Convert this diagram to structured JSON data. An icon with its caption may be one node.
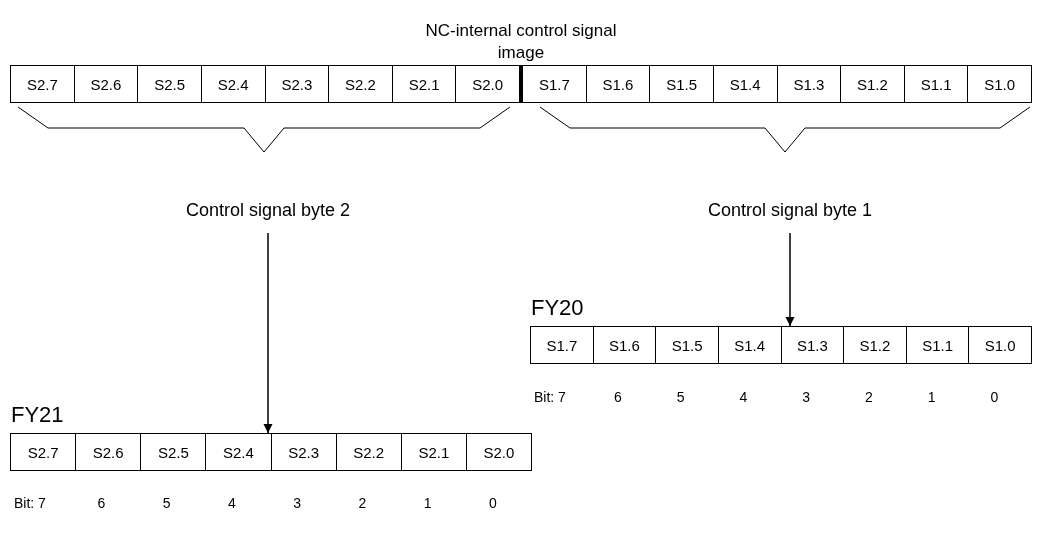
{
  "diagram": {
    "nodes": [
      {
        "text": [
          "NC-internal control signal image"
        ]
      },
      {
        "text": [
          "S2.7"
        ],
        "in": 0
      },
      {
        "text": [
          "S2.6"
        ],
        "in": 0
      },
      {
        "text": [
          "S2.5"
        ],
        "in": 0
      },
      {
        "text": [
          "S2.4"
        ],
        "in": 0
      },
      {
        "text": [
          "S2.3"
        ],
        "in": 0
      },
      {
        "text": [
          "S2.2"
        ],
        "in": 0
      },
      {
        "text": [
          "S2.1"
        ],
        "in": 0
      },
      {
        "text": [
          "S2.0"
        ],
        "in": 0
      },
      {
        "text": [
          "S1.7"
        ],
        "in": 0
      },
      {
        "text": [
          "S1.6"
        ],
        "in": 0
      },
      {
        "text": [
          "S1.5"
        ],
        "in": 0
      },
      {
        "text": [
          "S1.4"
        ],
        "in": 0
      },
      {
        "text": [
          "S1.3"
        ],
        "in": 0
      },
      {
        "text": [
          "S1.2"
        ],
        "in": 0
      },
      {
        "text": [
          "S1.1"
        ],
        "in": 0
      },
      {
        "text": [
          "S1.0"
        ],
        "in": 0
      },
      {
        "text": [
          "Control signal byte 2"
        ]
      },
      {
        "text": [
          "Control signal byte 1"
        ]
      },
      {
        "text": [
          "FY20"
        ]
      },
      {
        "text": [
          "S1.7"
        ],
        "in": 19
      },
      {
        "text": [
          "S1.6"
        ],
        "in": 19
      },
      {
        "text": [
          "S1.5"
        ],
        "in": 19
      },
      {
        "text": [
          "S1.4"
        ],
        "in": 19
      },
      {
        "text": [
          "S1.3"
        ],
        "in": 19
      },
      {
        "text": [
          "S1.2"
        ],
        "in": 19
      },
      {
        "text": [
          "S1.1"
        ],
        "in": 19
      },
      {
        "text": [
          "S1.0"
        ],
        "in": 19
      },
      {
        "text": [
          "FY21"
        ]
      },
      {
        "text": [
          "S2.7"
        ],
        "in": 28
      },
      {
        "text": [
          "S2.6"
        ],
        "in": 28
      },
      {
        "text": [
          "S2.5"
        ],
        "in": 28
      },
      {
        "text": [
          "S2.4"
        ],
        "in": 28
      },
      {
        "text": [
          "S2.3"
        ],
        "in": 28
      },
      {
        "text": [
          "S2.2"
        ],
        "in": 28
      },
      {
        "text": [
          "S2.1"
        ],
        "in": 28
      },
      {
        "text": [
          "S2.0"
        ],
        "in": 28
      }
    ],
    "edges": [
      {
        "from": 17,
        "to": 28,
        "arrow": "to"
      },
      {
        "from": 18,
        "to": 19,
        "arrow": "to"
      }
    ],
    "labels": [
      "Bit: 7",
      "6",
      "5",
      "4",
      "3",
      "2",
      "1",
      "0",
      "Bit: 7",
      "6",
      "5",
      "4",
      "3",
      "2",
      "1",
      "0"
    ]
  }
}
